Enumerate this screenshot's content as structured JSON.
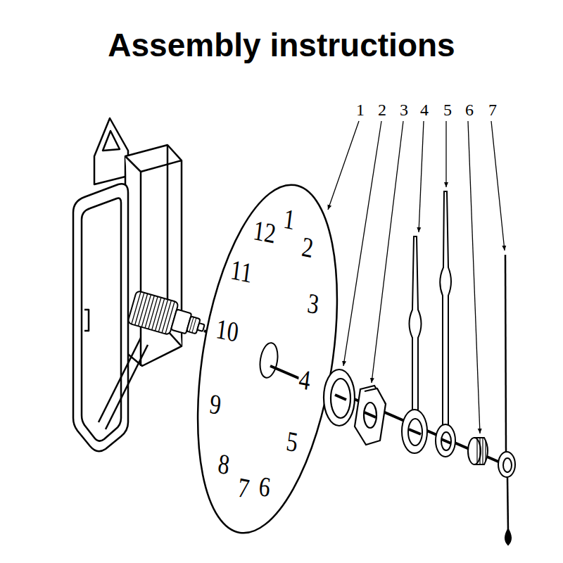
{
  "diagram": {
    "title": "Assembly instructions",
    "labels": [
      "1",
      "2",
      "3",
      "4",
      "5",
      "6",
      "7",
      "12",
      "1",
      "2",
      "3",
      "4",
      "5",
      "6",
      "7",
      "8",
      "9",
      "10",
      "11"
    ]
  }
}
